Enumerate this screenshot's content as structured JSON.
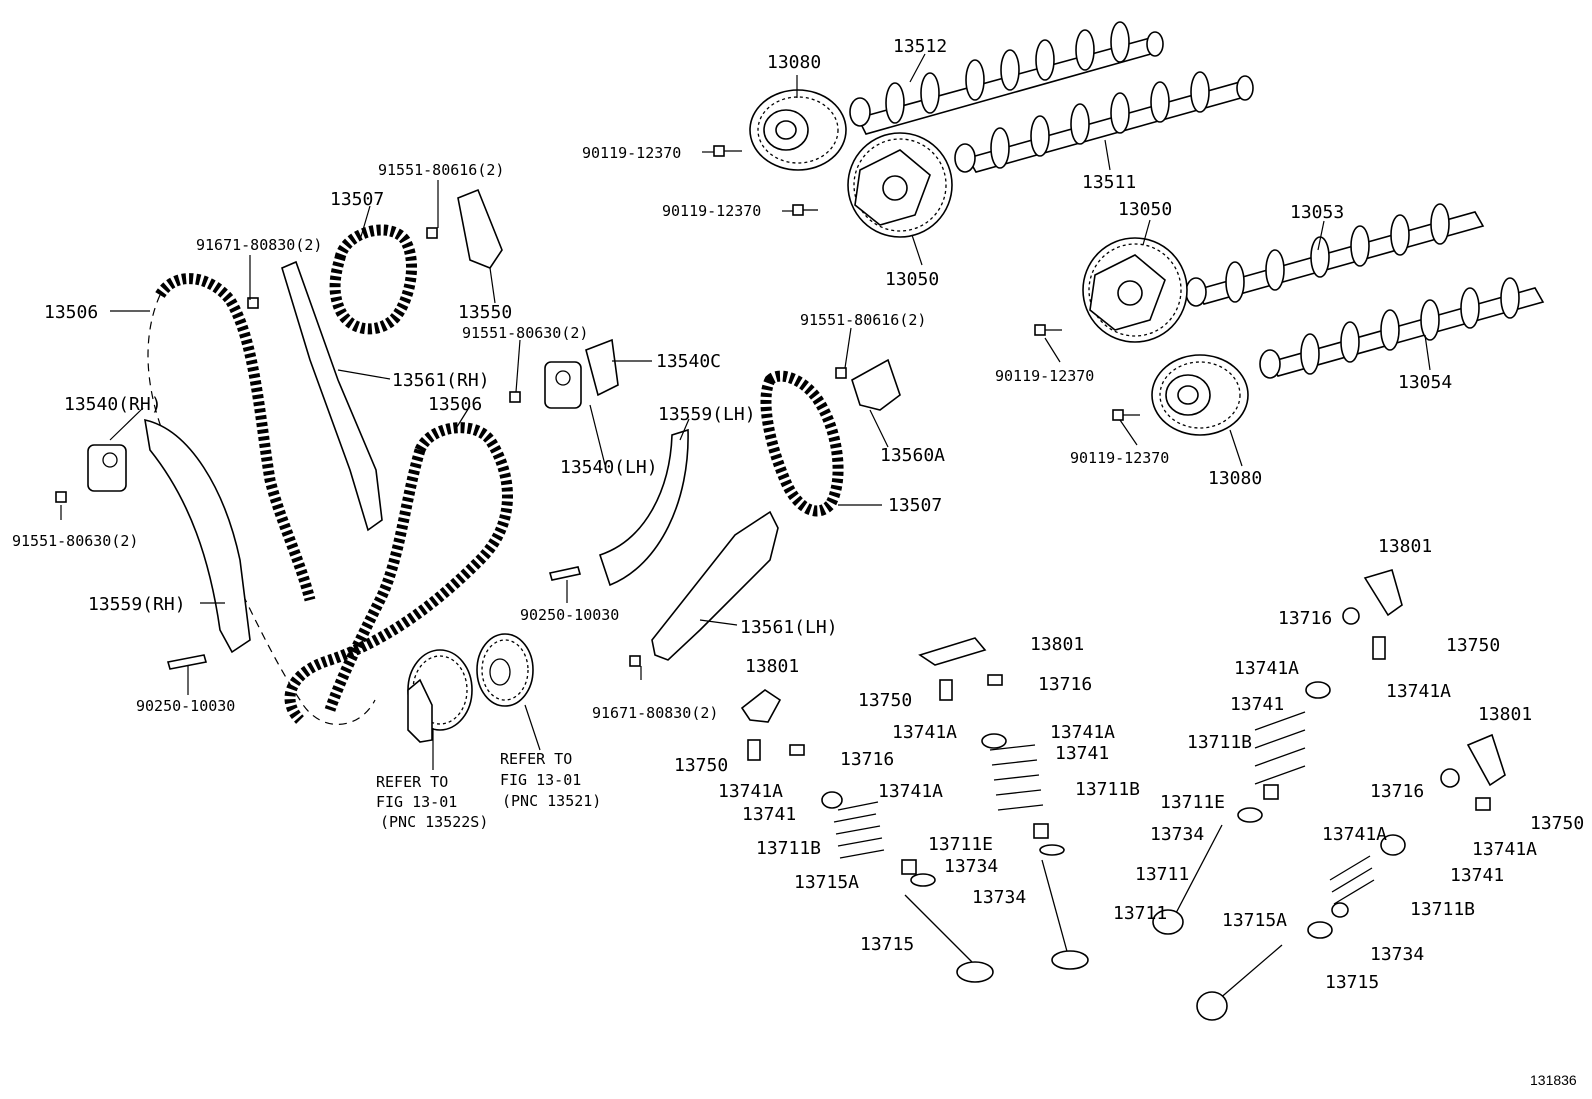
{
  "labels": {
    "p13080a": "13080",
    "p13512": "13512",
    "p13511": "13511",
    "p13050a": "13050",
    "p13050b": "13050",
    "p13053": "13053",
    "p13054": "13054",
    "p13080b": "13080",
    "b90119a": "90119-12370",
    "b90119b": "90119-12370",
    "b90119c": "90119-12370",
    "b90119d": "90119-12370",
    "p91551_616a": "91551-80616(2)",
    "p91551_616b": "91551-80616(2)",
    "p91551_630a": "91551-80630(2)",
    "p91551_630b": "91551-80630(2)",
    "p13507a": "13507",
    "p13507b": "13507",
    "p91671a": "91671-80830(2)",
    "p91671b": "91671-80830(2)",
    "p13506a": "13506",
    "p13506b": "13506",
    "p13550": "13550",
    "p13561rh": "13561(RH)",
    "p13561lh": "13561(LH)",
    "p13540c": "13540C",
    "p13540rh": "13540(RH)",
    "p13540lh": "13540(LH)",
    "p13559rh": "13559(RH)",
    "p13559lh": "13559(LH)",
    "p13560a": "13560A",
    "p90250a": "90250-10030",
    "p90250b": "90250-10030",
    "refer1_l1": "REFER TO",
    "refer1_l2": "FIG 13-01",
    "refer1_l3": "(PNC 13522S)",
    "refer2_l1": "REFER TO",
    "refer2_l2": "FIG 13-01",
    "refer2_l3": "(PNC 13521)",
    "p13801a": "13801",
    "p13801b": "13801",
    "p13801c": "13801",
    "p13801d": "13801",
    "p13716a": "13716",
    "p13716b": "13716",
    "p13716c": "13716",
    "p13716d": "13716",
    "p13750a": "13750",
    "p13750b": "13750",
    "p13750c": "13750",
    "p13750d": "13750",
    "p13741Aa": "13741A",
    "p13741Ab": "13741A",
    "p13741Ac": "13741A",
    "p13741Ad": "13741A",
    "p13741Ae": "13741A",
    "p13741Af": "13741A",
    "p13741Ag": "13741A",
    "p13741Ah": "13741A",
    "p13741a": "13741",
    "p13741b": "13741",
    "p13741c": "13741",
    "p13741d": "13741",
    "p13711Ba": "13711B",
    "p13711Bb": "13711B",
    "p13711Bc": "13711B",
    "p13711Bd": "13711B",
    "p13711Ea": "13711E",
    "p13711Eb": "13711E",
    "p13734a": "13734",
    "p13734b": "13734",
    "p13734c": "13734",
    "p13734d": "13734",
    "p13715Aa": "13715A",
    "p13715Ab": "13715A",
    "p13715a": "13715",
    "p13715b": "13715",
    "p13711a": "13711",
    "p13711b": "13711",
    "fig_id": "131836"
  }
}
